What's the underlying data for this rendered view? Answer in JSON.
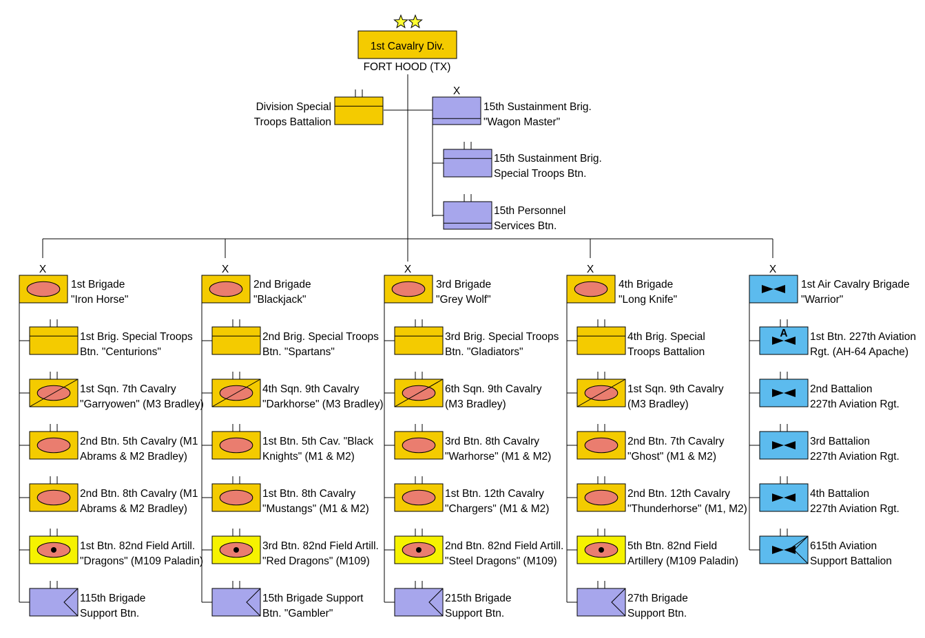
{
  "colors": {
    "gold": "#f4cb00",
    "bright_yellow": "#f6f200",
    "lavender": "#a7a6ec",
    "sky_blue": "#5cbbee",
    "oval_red": "#ea7d6f",
    "star_yellow": "#ffff33",
    "line": "#000000"
  },
  "division": {
    "rank_stars": "two-stars-icon",
    "name": "1st Cavalry Div.",
    "location": "FORT HOOD (TX)"
  },
  "division_units": [
    {
      "line1": "Division Special",
      "line2": "Troops Battalion",
      "kind": "special-troops",
      "echelon": "battalion",
      "color": "gold"
    },
    {
      "line1": "15th Sustainment Brig.",
      "line2": "\"Wagon Master\"",
      "kind": "sustainment",
      "echelon": "brigade",
      "color": "lavender"
    },
    {
      "line1": "15th Sustainment Brig.",
      "line2": "Special Troops Btn.",
      "kind": "special-troops",
      "echelon": "battalion",
      "color": "lavender"
    },
    {
      "line1": "15th Personnel",
      "line2": "Services Btn.",
      "kind": "personnel",
      "echelon": "battalion",
      "color": "lavender"
    }
  ],
  "brigades": [
    {
      "echelon_mark": "X",
      "hq": {
        "line1": "1st Brigade",
        "line2": "\"Iron Horse\"",
        "kind": "armor",
        "color": "gold"
      },
      "units": [
        {
          "line1": "1st Brig. Special Troops",
          "line2": "Btn. \"Centurions\"",
          "kind": "special-troops",
          "color": "gold"
        },
        {
          "line1": "1st Sqn. 7th Cavalry",
          "line2": "\"Garryowen\" (M3 Bradley)",
          "kind": "armored-cavalry",
          "color": "gold"
        },
        {
          "line1": "2nd Btn. 5th Cavalry (M1",
          "line2": "Abrams & M2 Bradley)",
          "kind": "armor",
          "color": "gold"
        },
        {
          "line1": "2nd Btn. 8th Cavalry (M1",
          "line2": "Abrams & M2 Bradley)",
          "kind": "armor",
          "color": "gold"
        },
        {
          "line1": "1st Btn. 82nd Field  Artill.",
          "line2": "\"Dragons\" (M109 Paladin)",
          "kind": "artillery",
          "color": "bright_yellow"
        },
        {
          "line1": "115th Brigade",
          "line2": "Support Btn.",
          "kind": "support",
          "color": "lavender"
        }
      ]
    },
    {
      "echelon_mark": "X",
      "hq": {
        "line1": "2nd Brigade",
        "line2": "\"Blackjack\"",
        "kind": "armor",
        "color": "gold"
      },
      "units": [
        {
          "line1": "2nd Brig. Special Troops",
          "line2": "Btn. \"Spartans\"",
          "kind": "special-troops",
          "color": "gold"
        },
        {
          "line1": "4th Sqn. 9th Cavalry",
          "line2": "\"Darkhorse\" (M3 Bradley)",
          "kind": "armored-cavalry",
          "color": "gold"
        },
        {
          "line1": "1st Btn. 5th Cav. \"Black",
          "line2": "Knights\" (M1 & M2)",
          "kind": "armor",
          "color": "gold"
        },
        {
          "line1": "1st Btn. 8th Cavalry",
          "line2": "\"Mustangs\" (M1 & M2)",
          "kind": "armor",
          "color": "gold"
        },
        {
          "line1": "3rd Btn. 82nd Field Artill.",
          "line2": "\"Red Dragons\" (M109)",
          "kind": "artillery",
          "color": "bright_yellow"
        },
        {
          "line1": "15th Brigade Support",
          "line2": "Btn. \"Gambler\"",
          "kind": "support",
          "color": "lavender"
        }
      ]
    },
    {
      "echelon_mark": "X",
      "hq": {
        "line1": "3rd Brigade",
        "line2": "\"Grey Wolf\"",
        "kind": "armor",
        "color": "gold"
      },
      "units": [
        {
          "line1": "3rd Brig. Special Troops",
          "line2": "Btn. \"Gladiators\"",
          "kind": "special-troops",
          "color": "gold"
        },
        {
          "line1": "6th Sqn. 9th Cavalry",
          "line2": "(M3 Bradley)",
          "kind": "armored-cavalry",
          "color": "gold"
        },
        {
          "line1": "3rd Btn. 8th Cavalry",
          "line2": "\"Warhorse\" (M1 & M2)",
          "kind": "armor",
          "color": "gold"
        },
        {
          "line1": "1st Btn. 12th Cavalry",
          "line2": "\"Chargers\" (M1 & M2)",
          "kind": "armor",
          "color": "gold"
        },
        {
          "line1": "2nd Btn. 82nd Field Artill.",
          "line2": "\"Steel Dragons\" (M109)",
          "kind": "artillery",
          "color": "bright_yellow"
        },
        {
          "line1": "215th Brigade",
          "line2": "Support Btn.",
          "kind": "support",
          "color": "lavender"
        }
      ]
    },
    {
      "echelon_mark": "X",
      "hq": {
        "line1": "4th Brigade",
        "line2": "\"Long Knife\"",
        "kind": "armor",
        "color": "gold"
      },
      "units": [
        {
          "line1": "4th Brig. Special",
          "line2": "Troops Battalion",
          "kind": "special-troops",
          "color": "gold"
        },
        {
          "line1": "1st Sqn. 9th Cavalry",
          "line2": "(M3 Bradley)",
          "kind": "armored-cavalry",
          "color": "gold"
        },
        {
          "line1": "2nd Btn. 7th Cavalry",
          "line2": "\"Ghost\" (M1 & M2)",
          "kind": "armor",
          "color": "gold"
        },
        {
          "line1": "2nd Btn. 12th Cavalry",
          "line2": "\"Thunderhorse\" (M1, M2)",
          "kind": "armor",
          "color": "gold"
        },
        {
          "line1": "5th Btn. 82nd Field",
          "line2": "Artillery (M109 Paladin)",
          "kind": "artillery",
          "color": "bright_yellow"
        },
        {
          "line1": "27th Brigade",
          "line2": "Support Btn.",
          "kind": "support",
          "color": "lavender"
        }
      ]
    },
    {
      "echelon_mark": "X",
      "hq": {
        "line1": "1st Air Cavalry Brigade",
        "line2": "\"Warrior\"",
        "kind": "aviation",
        "color": "sky_blue"
      },
      "units": [
        {
          "line1": "1st Btn. 227th Aviation",
          "line2": "Rgt. (AH-64 Apache)",
          "kind": "attack-aviation",
          "mark": "A",
          "color": "sky_blue"
        },
        {
          "line1": "2nd Battalion",
          "line2": "227th Aviation Rgt.",
          "kind": "aviation",
          "color": "sky_blue"
        },
        {
          "line1": "3rd Battalion",
          "line2": "227th Aviation Rgt.",
          "kind": "aviation",
          "color": "sky_blue"
        },
        {
          "line1": "4th Battalion",
          "line2": "227th Aviation Rgt.",
          "kind": "aviation",
          "color": "sky_blue"
        },
        {
          "line1": "615th Aviation",
          "line2": "Support Battalion",
          "kind": "aviation-support",
          "color": "sky_blue"
        }
      ]
    }
  ]
}
